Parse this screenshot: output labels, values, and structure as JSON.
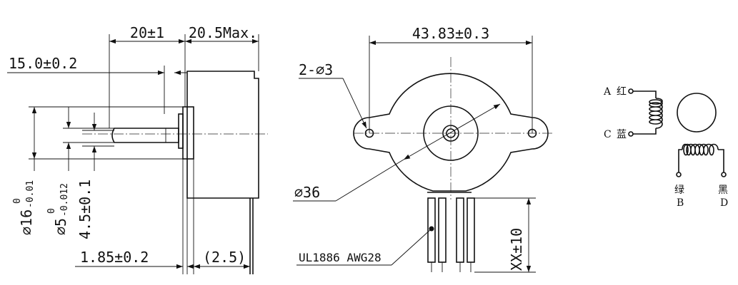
{
  "side_view": {
    "dim_shaft_length": "20±1",
    "dim_body_length": "20.5Max.",
    "dim_boss_length": "15.0±0.2",
    "dim_body_dia_base": "⌀16",
    "dim_body_dia_upper": "0",
    "dim_body_dia_lower": "-0.01",
    "dim_shaft_dia_base": "⌀5",
    "dim_shaft_dia_upper": "0",
    "dim_shaft_dia_lower": "-0.012",
    "dim_flat": "4.5±0.1",
    "dim_flange_thickness": "1.85±0.2",
    "dim_lead_offset": "(2.5)"
  },
  "front_view": {
    "dim_hole_spacing": "43.83±0.3",
    "dim_holes": "2-⌀3",
    "dim_diameter": "⌀36",
    "dim_lead_length": "XX±10",
    "lead_wire_spec": "UL1886 AWG28"
  },
  "wiring": {
    "terminal_a": "A",
    "terminal_a_color": "红",
    "terminal_c": "C",
    "terminal_c_color": "蓝",
    "terminal_b": "B",
    "terminal_b_color": "绿",
    "terminal_d": "D",
    "terminal_d_color": "黑"
  }
}
